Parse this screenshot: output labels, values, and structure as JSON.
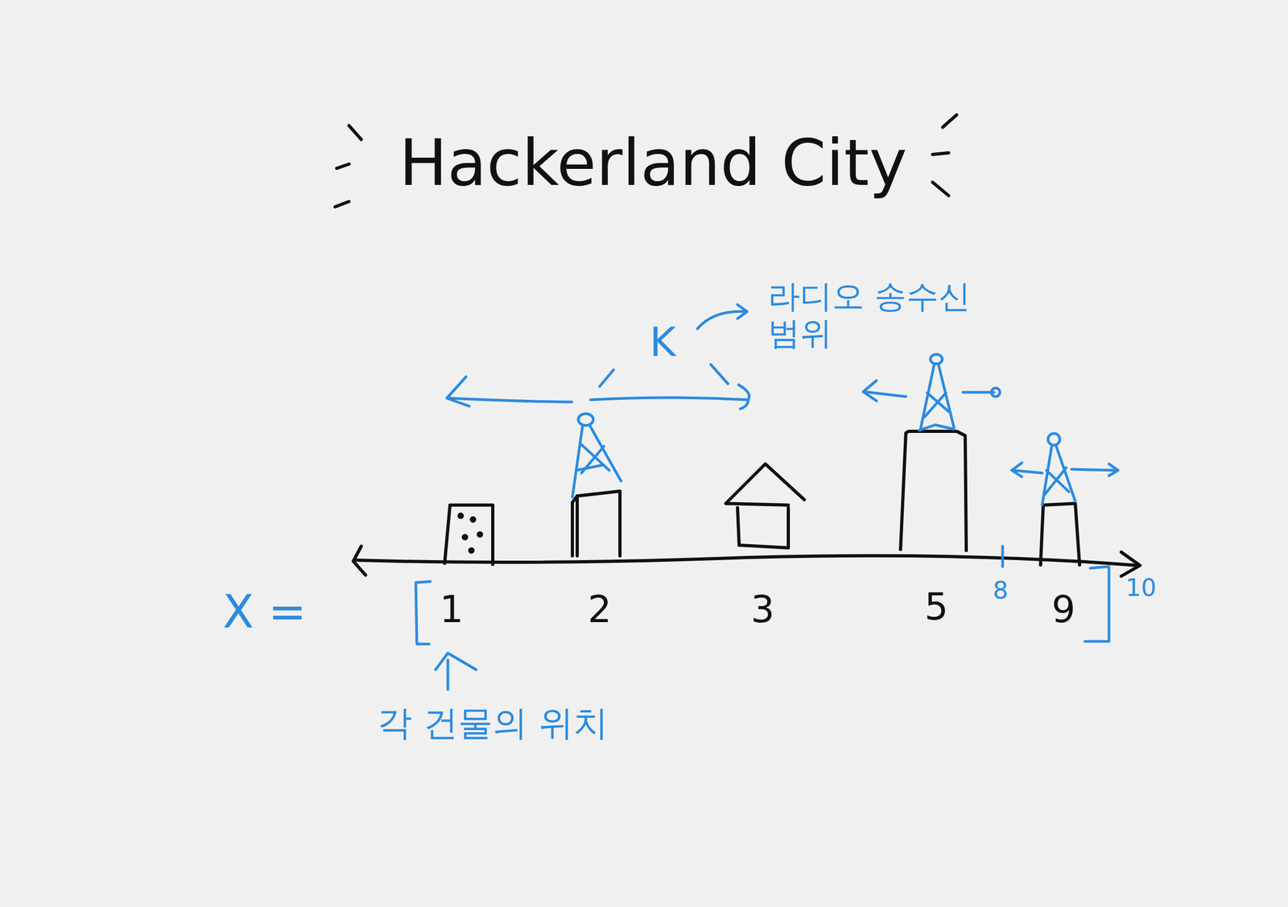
{
  "diagram": {
    "title": "Hackerland City",
    "labels": [
      "K",
      "라디오 송수신 범위",
      "X =",
      "1",
      "2",
      "3",
      "5",
      "8",
      "9",
      "10",
      "각 건물의 위치"
    ]
  }
}
